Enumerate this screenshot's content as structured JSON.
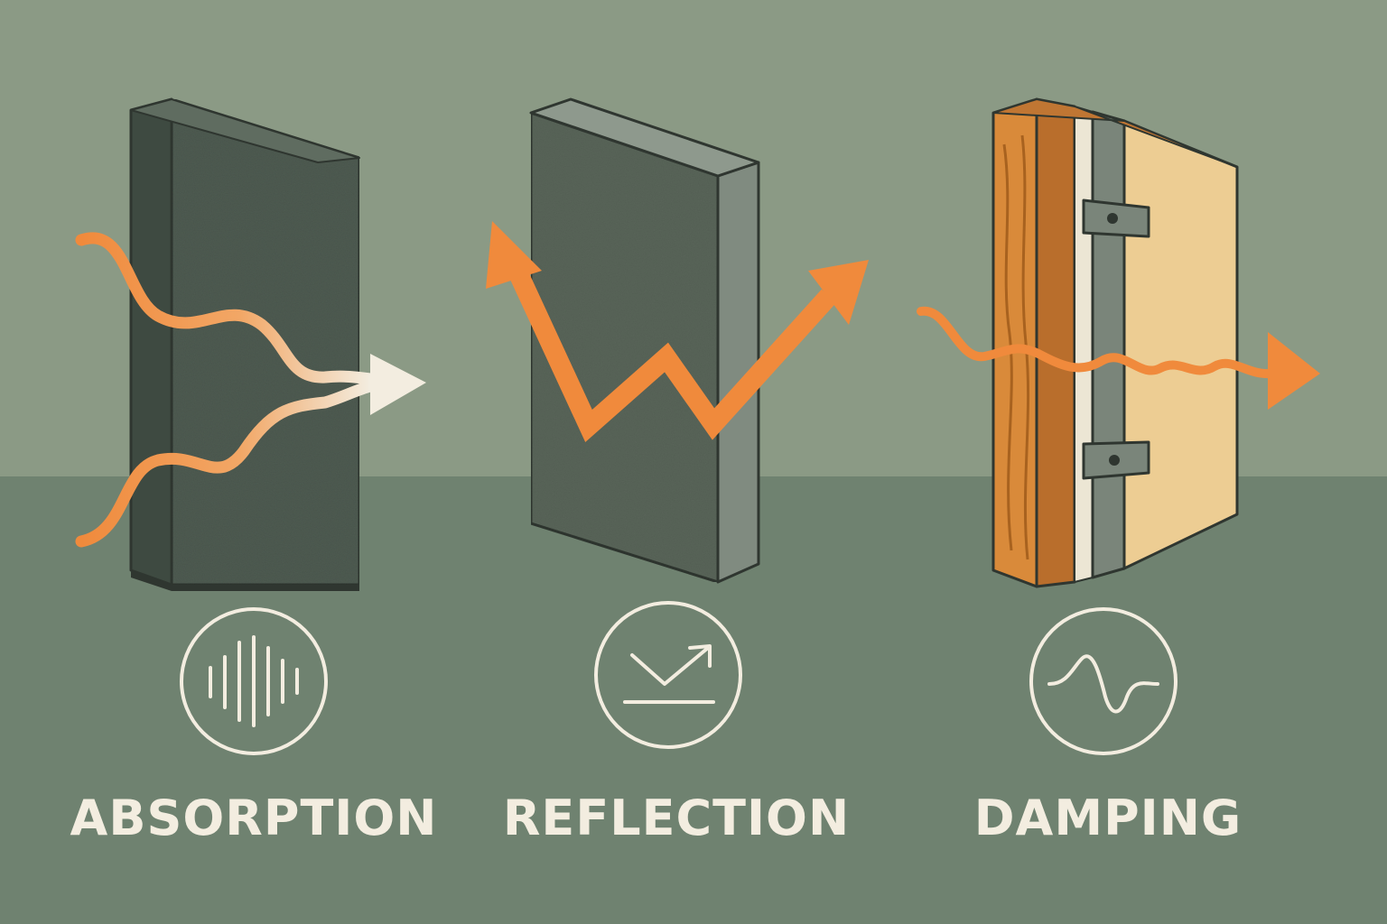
{
  "colors": {
    "wall_bg": "#8b9a85",
    "floor_bg": "#6f8270",
    "panel_dark": "#4d5a50",
    "panel_edge": "#373f39",
    "reflect_face": "#5b675b",
    "reflect_edge": "#7f8a7f",
    "wave_orange": "#f08a3c",
    "cream": "#f3ede0",
    "wood": "#d98a3a",
    "wood_dark": "#b96e2c",
    "drywall": "#edcd93",
    "metal": "#7a857a",
    "outline": "#2f3630"
  },
  "panels": [
    {
      "label": "ABSORPTION",
      "icon": "sound-wave-bars-icon"
    },
    {
      "label": "REFLECTION",
      "icon": "reflection-arrow-icon"
    },
    {
      "label": "DAMPING",
      "icon": "damped-pulse-icon"
    }
  ]
}
